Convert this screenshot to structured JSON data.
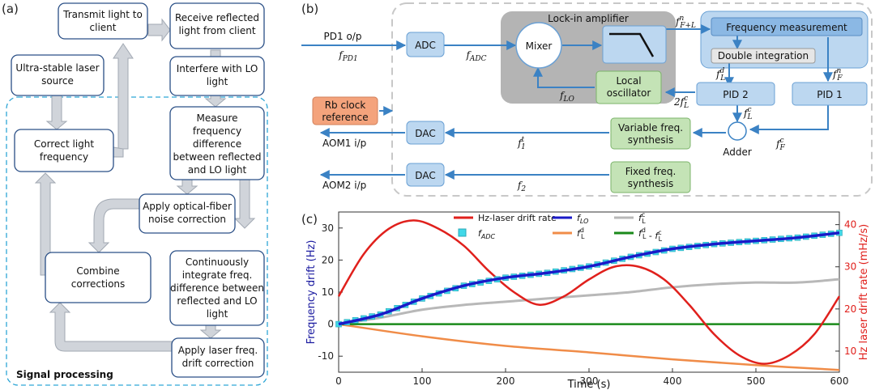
{
  "panel_a": {
    "label": "(a)",
    "section_label": "Signal processing",
    "boxes": {
      "transmit": [
        "Transmit light to",
        "client"
      ],
      "receive": [
        "Receive reflected",
        "light from client"
      ],
      "laser": [
        "Ultra-stable laser",
        "source"
      ],
      "interfere": [
        "Interfere with LO",
        "light"
      ],
      "measure": [
        "Measure",
        "frequency",
        "difference",
        "between reflected",
        "and LO light"
      ],
      "correct": [
        "Correct light",
        "frequency"
      ],
      "fiber": [
        "Apply optical-fiber",
        "noise correction"
      ],
      "combine": [
        "Combine",
        "corrections"
      ],
      "integrate": [
        "Continuously",
        "integrate freq.",
        "difference between",
        "reflected and LO",
        "light"
      ],
      "drift": [
        "Apply laser freq.",
        "drift correction"
      ]
    }
  },
  "panel_b": {
    "label": "(b)",
    "pd1": "PD1 o/p",
    "f_pd1": "fPD1",
    "adc": "ADC",
    "f_adc": "fADC",
    "lockin": "Lock-in amplifier",
    "mixer": "Mixer",
    "local_osc": [
      "Local",
      "oscillator"
    ],
    "f_lo": "fLO",
    "freq_meas": "Frequency measurement",
    "double_int": "Double integration",
    "f_n_FL": "fnF+L",
    "f_L_d": "fdL",
    "f_F_n": "fnF",
    "pid2": "PID 2",
    "pid1": "PID 1",
    "two_f_L_c": "2fcL",
    "f_L_c": "fcL",
    "adder": "Adder",
    "f_F_c": "fcF",
    "rb": [
      "Rb clock",
      "reference"
    ],
    "dac1": "DAC",
    "dac2": "DAC",
    "aom1": "AOM1 i/p",
    "aom2": "AOM2 i/p",
    "f1t": "ft1",
    "f2": "f2",
    "var_synth": [
      "Variable freq.",
      "synthesis"
    ],
    "fixed_synth": [
      "Fixed freq.",
      "synthesis"
    ]
  },
  "panel_c": {
    "label": "(c)"
  },
  "chart_data": {
    "type": "line",
    "xlabel": "Time (s)",
    "ylabel": "Frequency drift (Hz)",
    "y2label": "Hz laser drift rate (mHz/s)",
    "xlim": [
      0,
      600
    ],
    "ylim": [
      -15,
      35
    ],
    "y2lim": [
      5,
      43
    ],
    "x_ticks": [
      0,
      100,
      200,
      300,
      400,
      500,
      600
    ],
    "y_ticks": [
      -10,
      0,
      10,
      20,
      30
    ],
    "y2_ticks": [
      10,
      20,
      30,
      40
    ],
    "legend": [
      {
        "label": "Hz-laser drift rate",
        "color": "#e0201c"
      },
      {
        "label": "fLO",
        "color": "#1a1ac8"
      },
      {
        "label": "fcL",
        "color": "#b8b8b8"
      },
      {
        "label": "fADC",
        "color": "#40d8e8"
      },
      {
        "label": "fdL",
        "color": "#f08c48"
      },
      {
        "label": "fdL - fcL",
        "color": "#1a8a1a"
      }
    ],
    "series": [
      {
        "name": "Hz-laser drift rate",
        "axis": "right",
        "color": "#e0201c",
        "x": [
          0,
          30,
          60,
          90,
          120,
          150,
          180,
          210,
          240,
          270,
          300,
          330,
          360,
          390,
          420,
          450,
          480,
          510,
          540,
          570,
          600
        ],
        "y": [
          23,
          33,
          39,
          41,
          39,
          35,
          29,
          24,
          21,
          23,
          27,
          30,
          30,
          27,
          21,
          14,
          9,
          7,
          9,
          14,
          23
        ]
      },
      {
        "name": "fLO",
        "axis": "left",
        "color": "#1a1ac8",
        "x": [
          0,
          50,
          100,
          150,
          200,
          250,
          300,
          350,
          400,
          450,
          500,
          550,
          600
        ],
        "y": [
          0,
          3,
          8,
          12,
          14.5,
          16,
          18,
          21,
          23.5,
          25,
          26,
          27,
          28.5
        ]
      },
      {
        "name": "fcL",
        "axis": "left",
        "color": "#b8b8b8",
        "x": [
          0,
          50,
          100,
          150,
          200,
          250,
          300,
          350,
          400,
          450,
          500,
          550,
          600
        ],
        "y": [
          0,
          2,
          4.5,
          6,
          7,
          8,
          9,
          10,
          11.5,
          12.5,
          13,
          13,
          14
        ]
      },
      {
        "name": "fdL",
        "axis": "left",
        "color": "#f08c48",
        "x": [
          0,
          100,
          200,
          300,
          400,
          500,
          600
        ],
        "y": [
          0,
          -3.8,
          -6.8,
          -8.8,
          -11,
          -12.8,
          -14.3
        ]
      },
      {
        "name": "fdL - fcL",
        "axis": "left",
        "color": "#1a8a1a",
        "x": [
          0,
          600
        ],
        "y": [
          0,
          0
        ]
      }
    ]
  }
}
